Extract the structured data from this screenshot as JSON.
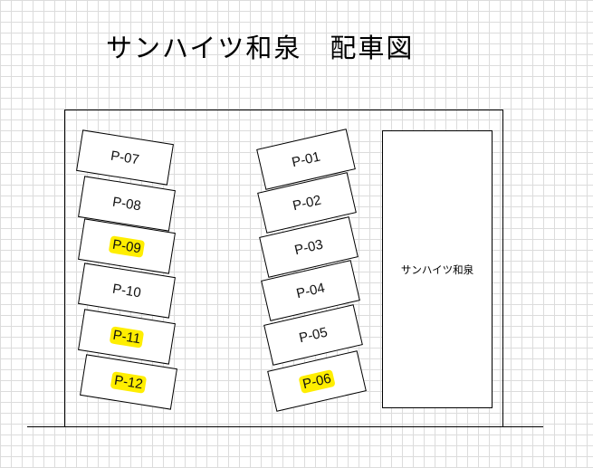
{
  "title": "サンハイツ和泉　配車図",
  "building": {
    "label": "サンハイツ和泉"
  },
  "stalls": [
    {
      "label": "P-07",
      "highlighted": false
    },
    {
      "label": "P-08",
      "highlighted": false
    },
    {
      "label": "P-09",
      "highlighted": true
    },
    {
      "label": "P-10",
      "highlighted": false
    },
    {
      "label": "P-11",
      "highlighted": true
    },
    {
      "label": "P-12",
      "highlighted": true
    },
    {
      "label": "P-01",
      "highlighted": false
    },
    {
      "label": "P-02",
      "highlighted": false
    },
    {
      "label": "P-03",
      "highlighted": false
    },
    {
      "label": "P-04",
      "highlighted": false
    },
    {
      "label": "P-05",
      "highlighted": false
    },
    {
      "label": "P-06",
      "highlighted": true
    }
  ],
  "colors": {
    "highlight": "#ffee00"
  }
}
